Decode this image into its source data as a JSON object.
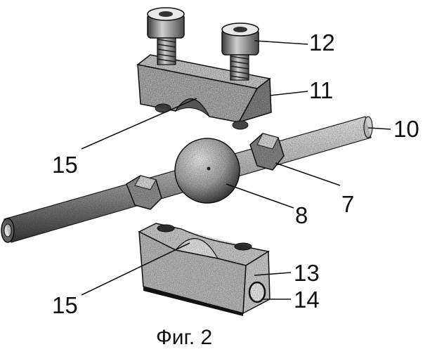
{
  "figure": {
    "caption": "Фиг. 2",
    "labels": {
      "bolt": "12",
      "upper_clamp": "11",
      "rod_end": "10",
      "nut_right": "7",
      "ball": "8",
      "lower_clamp": "13",
      "side_hole": "14",
      "groove_upper": "15",
      "groove_lower": "15"
    }
  }
}
